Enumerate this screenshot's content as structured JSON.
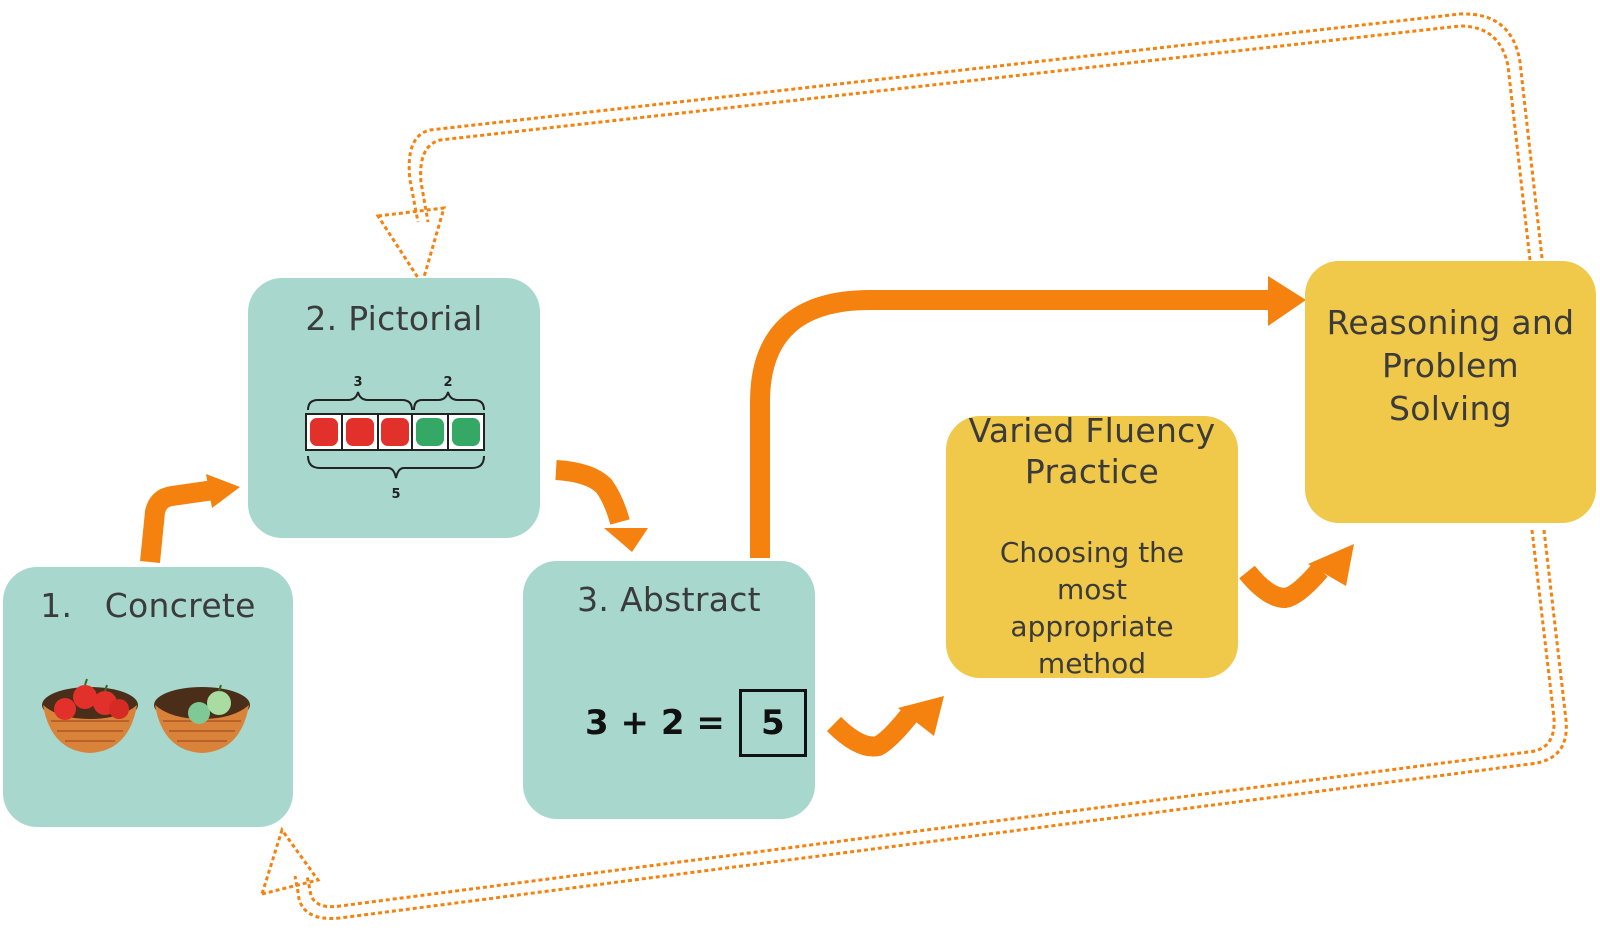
{
  "stages": {
    "concrete": {
      "number": "1.",
      "label": "Concrete"
    },
    "pictorial": {
      "label": "2. Pictorial",
      "bar_model": {
        "part_left": "3",
        "part_right": "2",
        "whole": "5"
      }
    },
    "abstract": {
      "label": "3. Abstract",
      "equation": {
        "left": "3 + 2 =",
        "answer": "5"
      }
    },
    "fluency": {
      "title_line1": "Varied Fluency",
      "title_line2": "Practice",
      "sub_line1": "Choosing the",
      "sub_line2": "most",
      "sub_line3": "appropriate",
      "sub_line4": "method"
    },
    "reasoning": {
      "line1": "Reasoning and",
      "line2": "Problem",
      "line3": "Solving"
    }
  },
  "colors": {
    "stage_box": "#a8d8cd",
    "goal_box": "#f0c84a",
    "arrow": "#f5820f",
    "red_counter": "#e2312b",
    "green_counter": "#35a866"
  }
}
